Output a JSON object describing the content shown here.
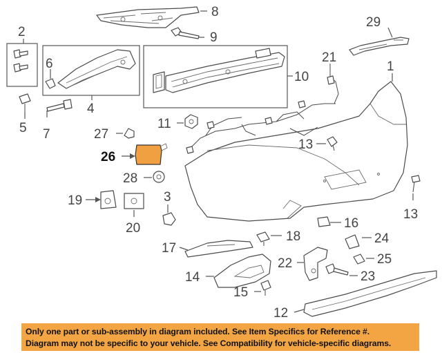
{
  "diagram": {
    "callouts": [
      {
        "id": "1",
        "label": "1"
      },
      {
        "id": "2",
        "label": "2"
      },
      {
        "id": "3",
        "label": "3"
      },
      {
        "id": "4",
        "label": "4"
      },
      {
        "id": "5",
        "label": "5"
      },
      {
        "id": "6",
        "label": "6"
      },
      {
        "id": "7",
        "label": "7"
      },
      {
        "id": "8",
        "label": "8"
      },
      {
        "id": "9",
        "label": "9"
      },
      {
        "id": "10",
        "label": "10"
      },
      {
        "id": "11",
        "label": "11"
      },
      {
        "id": "12",
        "label": "12"
      },
      {
        "id": "13a",
        "label": "13"
      },
      {
        "id": "13b",
        "label": "13"
      },
      {
        "id": "14",
        "label": "14"
      },
      {
        "id": "15",
        "label": "15"
      },
      {
        "id": "16",
        "label": "16"
      },
      {
        "id": "17",
        "label": "17"
      },
      {
        "id": "18",
        "label": "18"
      },
      {
        "id": "19",
        "label": "19"
      },
      {
        "id": "20",
        "label": "20"
      },
      {
        "id": "21",
        "label": "21"
      },
      {
        "id": "22",
        "label": "22"
      },
      {
        "id": "23",
        "label": "23"
      },
      {
        "id": "24",
        "label": "24"
      },
      {
        "id": "25",
        "label": "25"
      },
      {
        "id": "26",
        "label": "26"
      },
      {
        "id": "27",
        "label": "27"
      },
      {
        "id": "28",
        "label": "28"
      },
      {
        "id": "29",
        "label": "29"
      }
    ],
    "highlighted_part": "26",
    "highlight_color": "#f0a040"
  },
  "notice": {
    "line1": "Only one part or sub-assembly in diagram included. See Item Specifics for Reference #.",
    "line2": "Diagram may not be specific to your vehicle. See Compatibility for vehicle-specific diagrams.",
    "background_color": "#f2a542"
  }
}
